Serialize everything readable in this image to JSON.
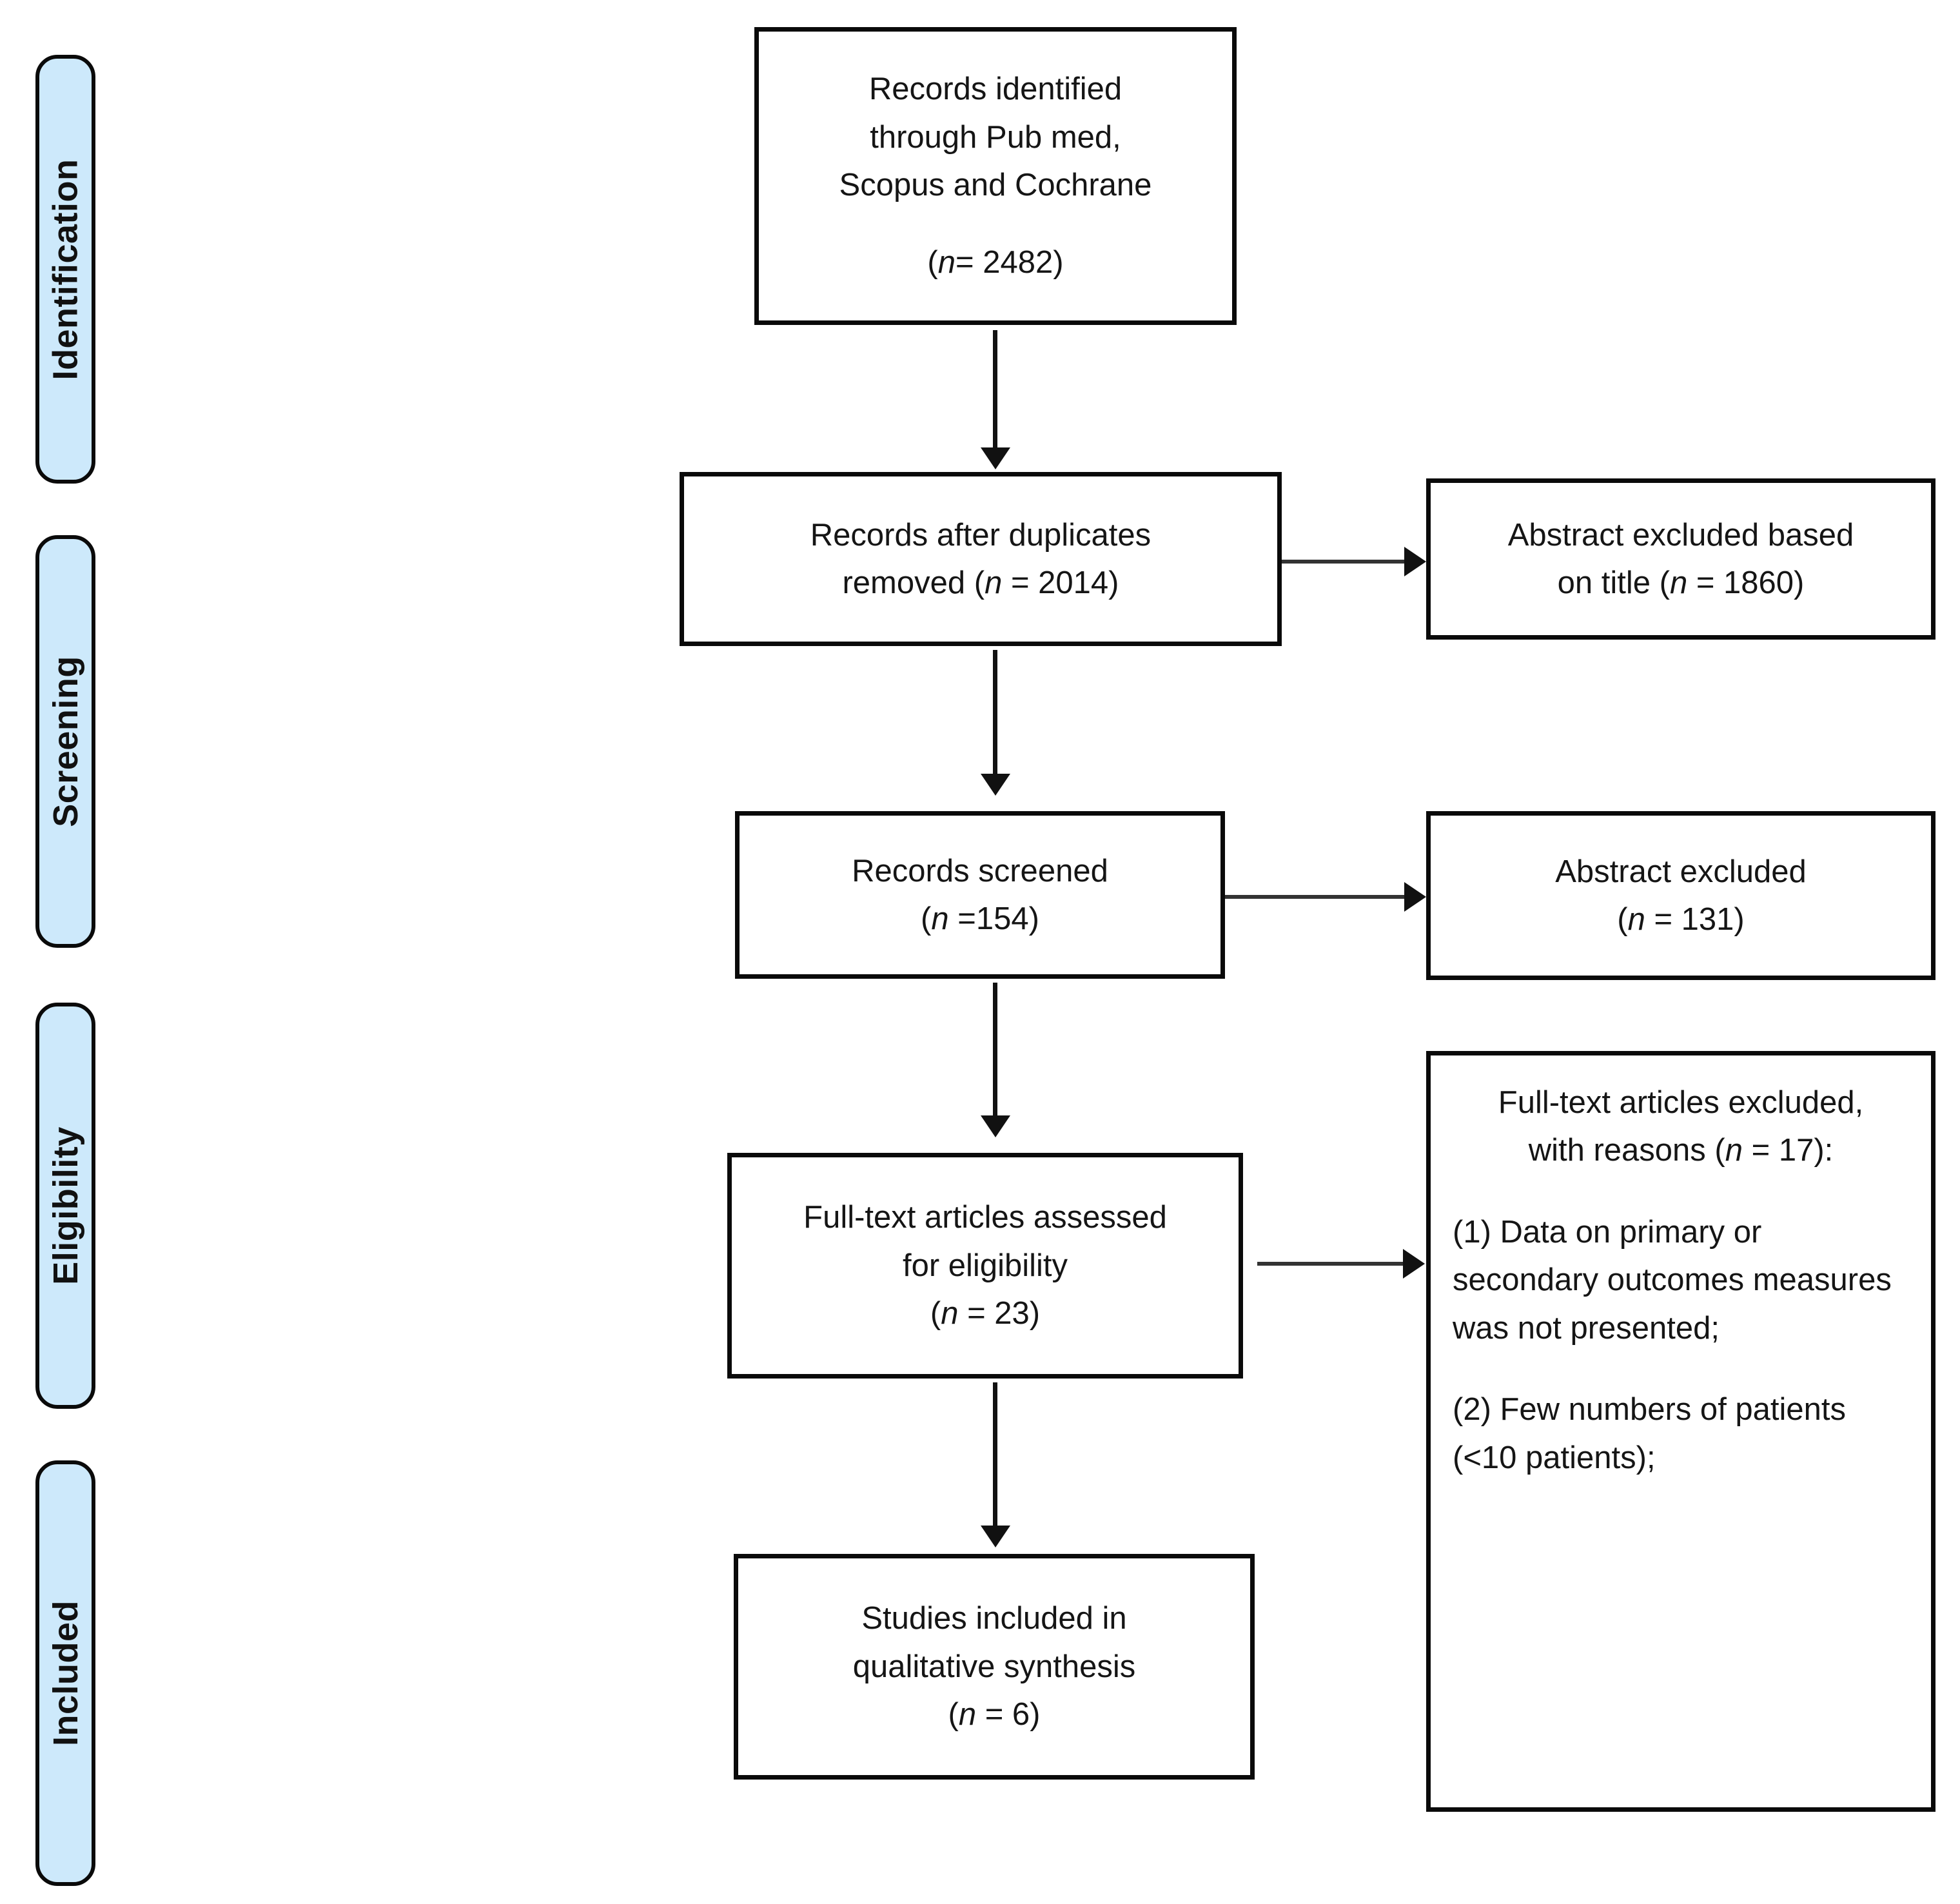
{
  "diagram": {
    "type": "prisma-flow-diagram",
    "accent_color": "#CDE9FB",
    "border_color": "#0A0A0A",
    "stages": [
      {
        "label": "Identification"
      },
      {
        "label": "Screening"
      },
      {
        "label": "Eligibility"
      },
      {
        "label": "Included"
      }
    ],
    "boxes": {
      "identified": {
        "line1": "Records identified",
        "line2": "through Pub med,",
        "line3": "Scopus and Cochrane",
        "count_prefix": "(",
        "count_italic": "n",
        "count_suffix": "= 2482)",
        "count_text": "(n= 2482)",
        "n": 2482
      },
      "duplicates_removed": {
        "line1": "Records after duplicates",
        "line2_prefix": "removed (",
        "line2_italic": "n",
        "line2_suffix": " = 2014)",
        "line2_text": "removed (n = 2014)",
        "n": 2014
      },
      "excluded_title": {
        "line1": "Abstract excluded based",
        "line2_prefix": "on title (",
        "line2_italic": "n",
        "line2_suffix": " = 1860)",
        "line2_text": "on title (n = 1860)",
        "n": 1860
      },
      "records_screened": {
        "line1": "Records screened",
        "line2_prefix": "(",
        "line2_italic": "n",
        "line2_suffix": " =154)",
        "line2_text": "(n =154)",
        "n": 154
      },
      "abstract_excluded": {
        "line1": "Abstract excluded",
        "line2_prefix": "(",
        "line2_italic": "n",
        "line2_suffix": " = 131)",
        "line2_text": "(n = 131)",
        "n": 131
      },
      "fulltext_assessed": {
        "line1": "Full-text articles assessed",
        "line2": "for eligibility",
        "line3_prefix": "(",
        "line3_italic": "n",
        "line3_suffix": " = 23)",
        "line3_text": "(n = 23)",
        "n": 23
      },
      "fulltext_excluded": {
        "head_line1": "Full-text articles excluded,",
        "head_line2_prefix": "with reasons (",
        "head_line2_italic": "n",
        "head_line2_suffix": " = 17):",
        "head_line2_text": "with reasons (n = 17):",
        "n": 17,
        "reason1": " (1) Data on primary or secondary outcomes measures was not presented;",
        "reason2": "(2) Few numbers of patients (<10 patients);"
      },
      "studies_included": {
        "line1": "Studies included in",
        "line2": "qualitative synthesis",
        "line3_prefix": "(",
        "line3_italic": "n",
        "line3_suffix": " = 6)",
        "line3_text": "(n = 6)",
        "n": 6
      }
    }
  }
}
